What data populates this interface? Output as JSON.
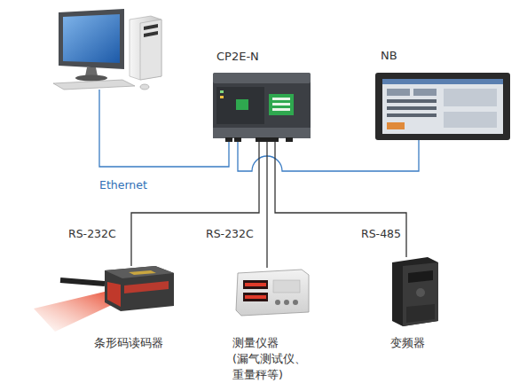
{
  "diagram": {
    "nodes": [
      {
        "text": []
      },
      {
        "text": [
          "CP2E-N"
        ]
      },
      {
        "text": [
          "NB"
        ]
      },
      {
        "text": [
          "条形码读码器"
        ]
      },
      {
        "text": [
          "测量仪器 (漏气测试仪、 重量秤等)"
        ]
      },
      {
        "text": [
          "变频器"
        ]
      }
    ],
    "edges": [
      {
        "from": 0,
        "to": 1,
        "arrow": "none",
        "label": "Ethernet"
      },
      {
        "from": 1,
        "to": 2,
        "arrow": "none"
      },
      {
        "from": 1,
        "to": 3,
        "arrow": "none",
        "label": "RS-232C"
      },
      {
        "from": 1,
        "to": 4,
        "arrow": "none",
        "label": "RS-232C"
      },
      {
        "from": 1,
        "to": 5,
        "arrow": "none",
        "label": "RS-485"
      }
    ]
  }
}
